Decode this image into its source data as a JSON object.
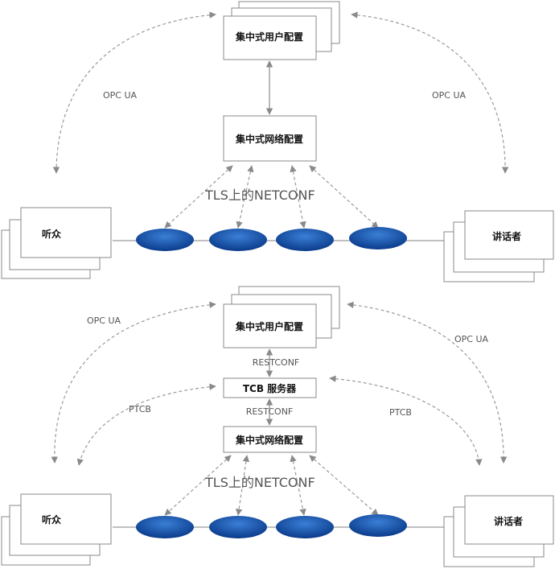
{
  "top": {
    "cuc": "集中式用户配置",
    "cnc": "集中式网络配置",
    "tls": "TLS上的NETCONF",
    "opc_left": "OPC UA",
    "opc_right": "OPC UA",
    "listener": "听众",
    "talker": "讲话者"
  },
  "bottom": {
    "cuc": "集中式用户配置",
    "cnc": "集中式网络配置",
    "tcb": "TCB 服务器",
    "restconf_upper": "RESTCONF",
    "restconf_lower": "RESTCONF",
    "tls": "TLS上的NETCONF",
    "opc_left": "OPC UA",
    "opc_right": "OPC UA",
    "ptcb_left": "PTCB",
    "ptcb_right": "PTCB",
    "listener": "听众",
    "talker": "讲话者"
  },
  "colors": {
    "bridge_fill_light": "#2f6fc7",
    "bridge_fill_dark": "#0b3b8c",
    "line": "#9a9a9a"
  }
}
